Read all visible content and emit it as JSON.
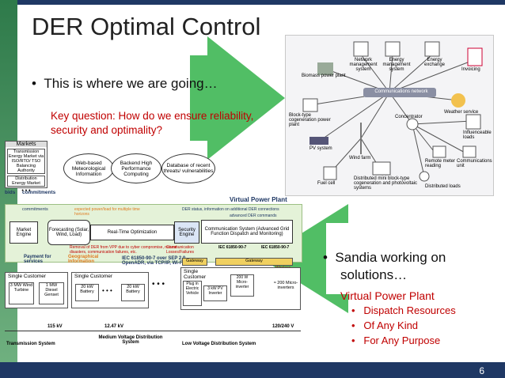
{
  "slide": {
    "title": "DER Optimal Control",
    "bullet1": "This is where we are going…",
    "key_question": "Key question: How do we ensure reliability, security and optimality?",
    "bullet2_line1": "Sandia working on",
    "bullet2_line2": "solutions…",
    "vpp_heading": "Virtual Power Plant",
    "sub_bullets": [
      "Dispatch Resources",
      "Of Any Kind",
      "For Any Purpose"
    ],
    "slide_number": "6"
  },
  "comm_diagram": {
    "nodes": {
      "network": "Network management system",
      "energy_mgmt": "Energy management system",
      "energy_exchange": "Energy exchange",
      "invoicing": "Invoicing",
      "biomass": "Biomass power plant",
      "comm_network": "Communications network",
      "block_type": "Block-type cogeneration power plant",
      "weather": "Weather service",
      "concentrator": "Concentrator",
      "remote_meter": "Remote meter reading",
      "influenceable": "Influenceable loads",
      "pv": "PV system",
      "wind": "Wind farm",
      "comm_unit": "Communications unit",
      "fuel_cell": "Fuel cell",
      "distributed_mini": "Distributed mini block-type cogeneration and photovoltaic systems",
      "distributed_loads": "Distributed loads"
    }
  },
  "der_diagram": {
    "markets": "Markets",
    "tx_market": "Transmission Energy Market via ISO/RTO/ TSO Balancing Authority",
    "dist_market": "Distribution Energy Market",
    "dots": "• • •",
    "web_met": "Web-based Meteorological Information",
    "backend": "Backend High Performance Computing",
    "threats_db": "Database of recent threats/ vulnerabilities",
    "bids": "bids",
    "commitments": "commitments",
    "vpp": "Virtual Power Plant",
    "commitments_inner": "commitments",
    "expected_power": "expected power/load for multiple time horizons",
    "der_status": "DER status, information on additional DER connections",
    "adv_der_cmds": "advanced DER commands",
    "market_engine": "Market Engine",
    "forecasting": "Forecasting (Solar, Wind, Load)",
    "rt_opt": "Real-Time Optimization",
    "security_engine": "Security Engine",
    "comm_system": "Communication System (Advanced Grid Function Dispatch and Monitoring)",
    "removal": "Removal of DER from VPP due to cyber compromise, natural disasters, communication failures, etc.",
    "comm_losses": "Communication Losses/Failures",
    "iec_a": "IEC 61850-90-7",
    "iec_b": "IEC 61850-90-7",
    "payment": "Payment for services",
    "geo_info": "Geographical Information",
    "iec_sep": "IEC 61850-90-7 over SEP 2.0, OpenADR, via TCP/IP, Wi-Fi, Zigbee",
    "gateway1": "Gateway",
    "gateway2": "Gateway",
    "wireless": "Wireless",
    "sc1": "Single Customer",
    "wind3": "3 MW Wind Turbine",
    "diesel1": "1 MW Diesel Genset",
    "sc2": "Single Customer",
    "batt20a": "20 kW Battery",
    "batt20b": "20 kW Battery",
    "sc3": "Single Customer",
    "plugin_ev": "Plug in Electric Vehicle",
    "pv3": "3 kW PV Inverter",
    "micro200": "200 W Micro-inverter",
    "micro_count": "≈ 200 Micro-inverters",
    "kv115": "115 kV",
    "kv1247": "12.47 kV",
    "v120": "120/240 V",
    "tx_sys": "Transmission System",
    "mv_dist": "Medium Voltage Distribution System",
    "lv_dist": "Low Voltage Distribution System"
  },
  "colors": {
    "navy": "#1f3864",
    "green_arrow": "#2fb04a",
    "vpp_green": "#e4f2d8",
    "red_text": "#c00000",
    "orange_label": "#e07a1f"
  }
}
